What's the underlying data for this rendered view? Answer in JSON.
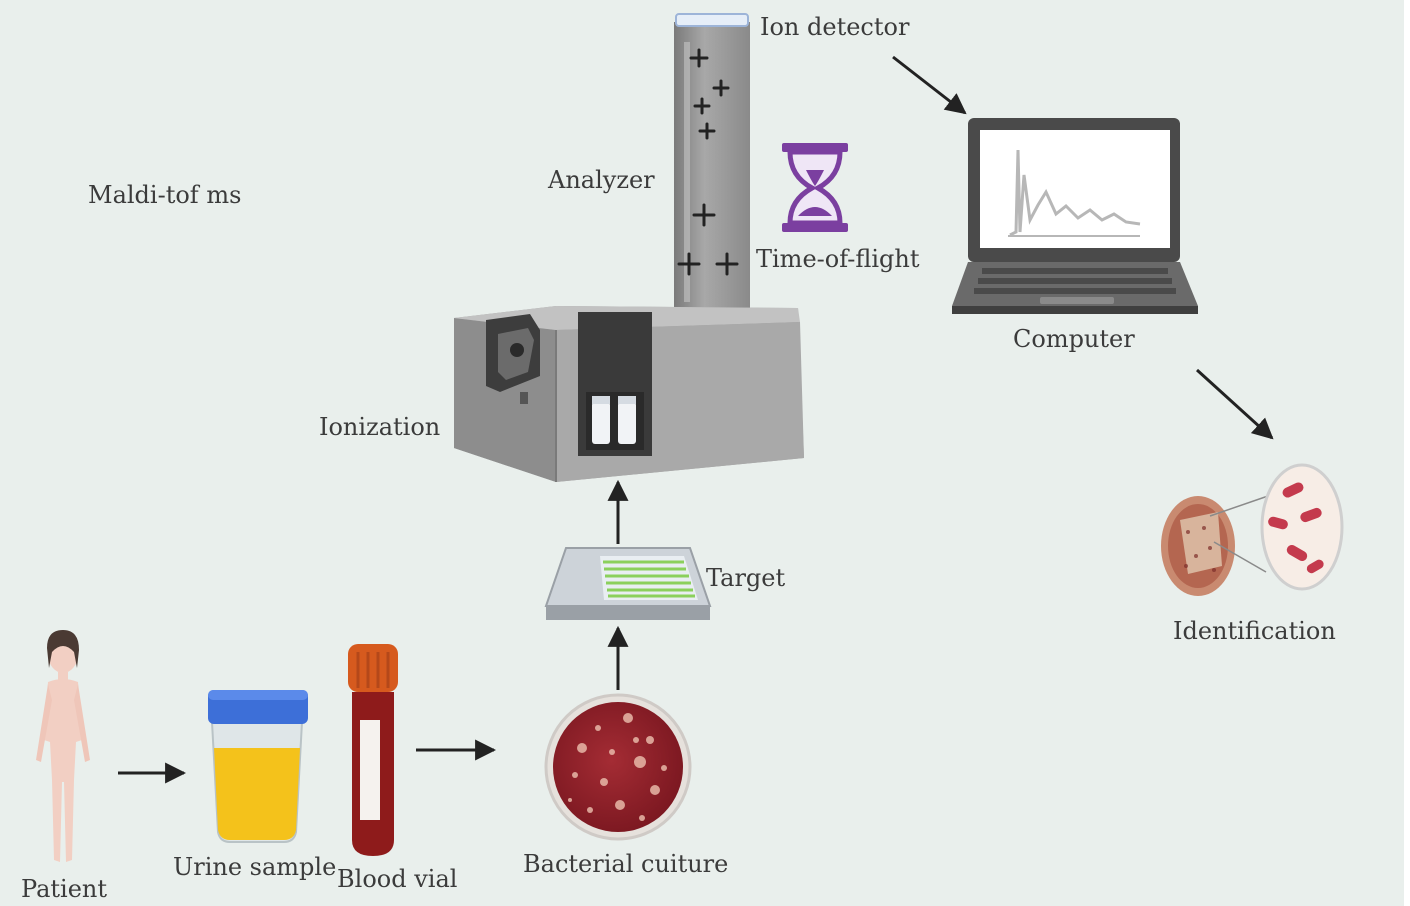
{
  "labels": {
    "maldi": "Maldi-tof ms",
    "ion_detector": "Ion detector",
    "analyzer": "Analyzer",
    "time_of_flight": "Time-of-flight",
    "computer": "Computer",
    "ionization": "Ionization",
    "target": "Target",
    "identification": "Identification",
    "patient": "Patient",
    "urine_sample": "Urine sample",
    "blood_vial": "Blood vial",
    "bacterial_culture": "Bacterial cuiture"
  },
  "colors": {
    "background": "#e9efec",
    "hourglass": "#7b3fa0",
    "urine": "#f4c21b",
    "urine_cap": "#3d6fd8",
    "blood": "#8e1b1b",
    "vial_cap": "#d65a1e",
    "petri": "#8f1f28",
    "target_wells": "#8bd05c",
    "instrument": "#9a9a9a",
    "arrow": "#222222"
  },
  "icons": [
    "patient-figure-icon",
    "urine-cup-icon",
    "blood-vial-icon",
    "petri-dish-icon",
    "target-plate-icon",
    "maldi-instrument-icon",
    "flight-tube-icon",
    "hourglass-icon",
    "laptop-icon",
    "bacteria-identification-icon"
  ]
}
